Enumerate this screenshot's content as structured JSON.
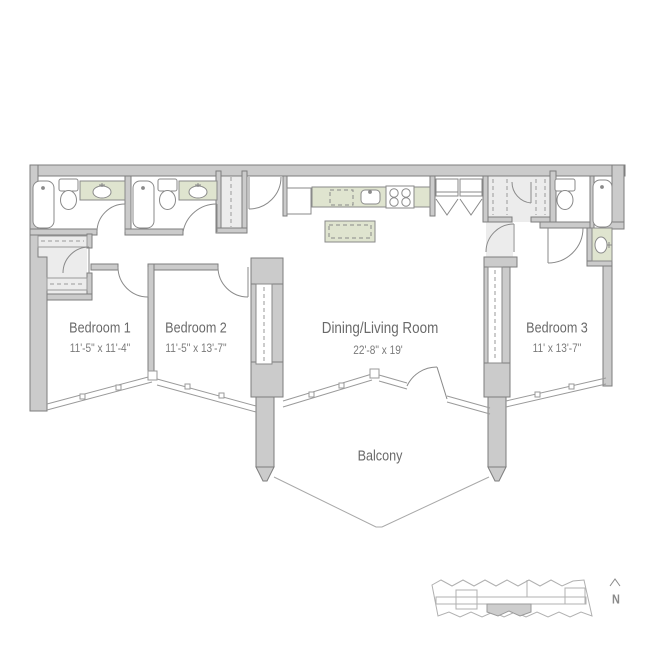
{
  "plan_type": "apartment-floor-plan",
  "rooms": [
    {
      "name": "Bedroom 1",
      "dimensions": "11'-5\" x 11'-4\""
    },
    {
      "name": "Bedroom 2",
      "dimensions": "11'-5\" x 13'-7\""
    },
    {
      "name": "Dining/Living Room",
      "dimensions": "22'-8\" x 19'"
    },
    {
      "name": "Bedroom 3",
      "dimensions": "11' x 13'-7\""
    },
    {
      "name": "Balcony",
      "dimensions": ""
    }
  ],
  "compass": {
    "label": "N",
    "icon": "north-caret-icon"
  },
  "fixtures": [
    "bathtub-icon",
    "toilet-icon",
    "sink-vanity-icon",
    "refrigerator-icon",
    "dishwasher-icon",
    "kitchen-sink-icon",
    "stove-icon",
    "kitchen-island",
    "washer-icon",
    "dryer-icon",
    "closet-shelf",
    "door-swing",
    "window-wall",
    "balcony-pillar",
    "site-map"
  ],
  "colors": {
    "wall_fill": "#cbcbcb",
    "wall_outline": "#7e7e7e",
    "fixture_outline": "#8a8a8a",
    "counter_green": "#dfe4cf",
    "closet_floor": "#ececec",
    "window_line": "#9a9a9a",
    "balcony_line": "#a8a8a8",
    "sitemap_line": "#b0b0b0",
    "sitemap_unit_fill": "#cdcdcd",
    "text": "#6a6a6a",
    "background": "#ffffff"
  }
}
